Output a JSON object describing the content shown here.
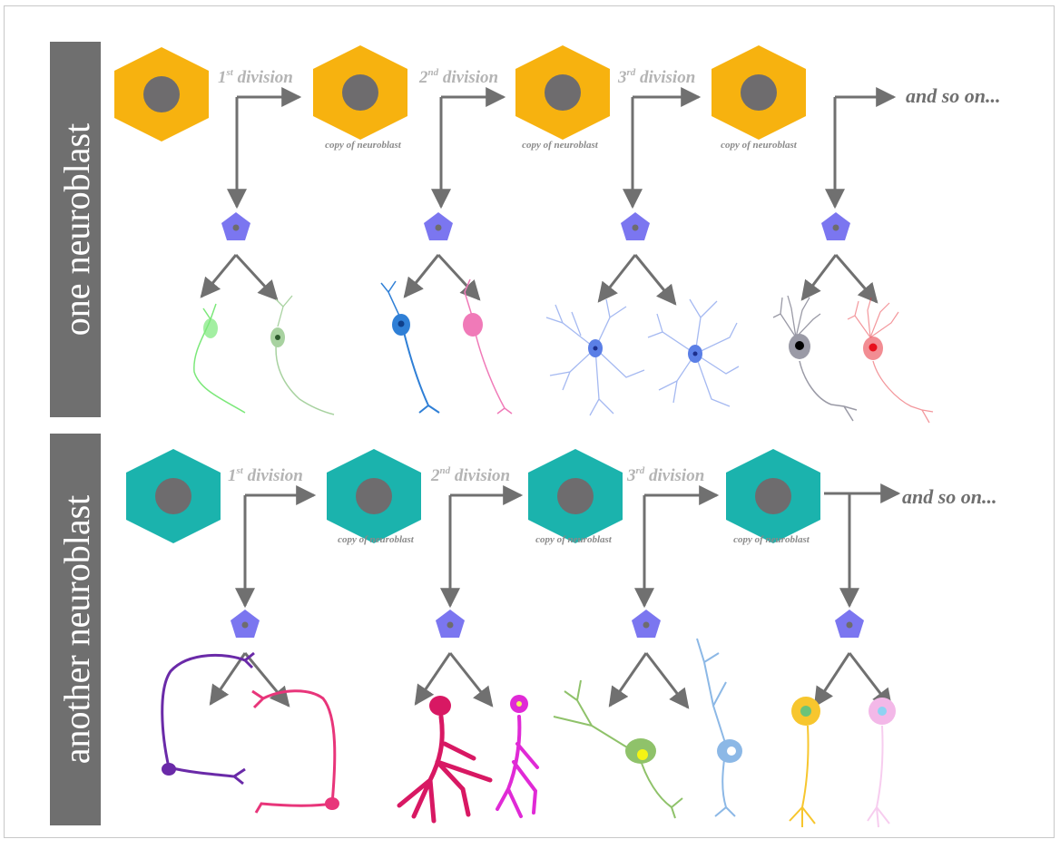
{
  "rows": [
    {
      "id": "one",
      "label": "one neuroblast",
      "neuroblast_color": "#f7b20f",
      "divisions": [
        {
          "sup": "st",
          "word": "division"
        },
        {
          "sup": "nd",
          "word": "division"
        },
        {
          "sup": "rd",
          "word": "division"
        }
      ],
      "division_numbers": [
        "1",
        "2",
        "3"
      ],
      "copy_label": "copy of neuroblast",
      "end_label": "and so on...",
      "neuron_colors": [
        "#7ce87a",
        "#a8d2a0",
        "#2f7fd6",
        "#f07ab8",
        "#5b7fe6",
        "#5b7fe6",
        "#9a9aa6",
        "#e8303a"
      ]
    },
    {
      "id": "another",
      "label": "another neuroblast",
      "neuroblast_color": "#1bb3ad",
      "divisions": [
        {
          "sup": "st",
          "word": "division"
        },
        {
          "sup": "nd",
          "word": "division"
        },
        {
          "sup": "rd",
          "word": "division"
        }
      ],
      "division_numbers": [
        "1",
        "2",
        "3"
      ],
      "copy_label": "copy of neuroblast",
      "end_label": "and so on...",
      "neuron_colors": [
        "#6a2aa8",
        "#e8357a",
        "#d81863",
        "#e02ad6",
        "#8fc26a",
        "#8cb8e6",
        "#f7c62e",
        "#f3b8e8"
      ]
    }
  ],
  "colors": {
    "label_bar": "#6f6f6f",
    "nucleus": "#6e6c6e",
    "ganglion_mother_cell": "#7b76f0",
    "arrow": "#707070"
  }
}
